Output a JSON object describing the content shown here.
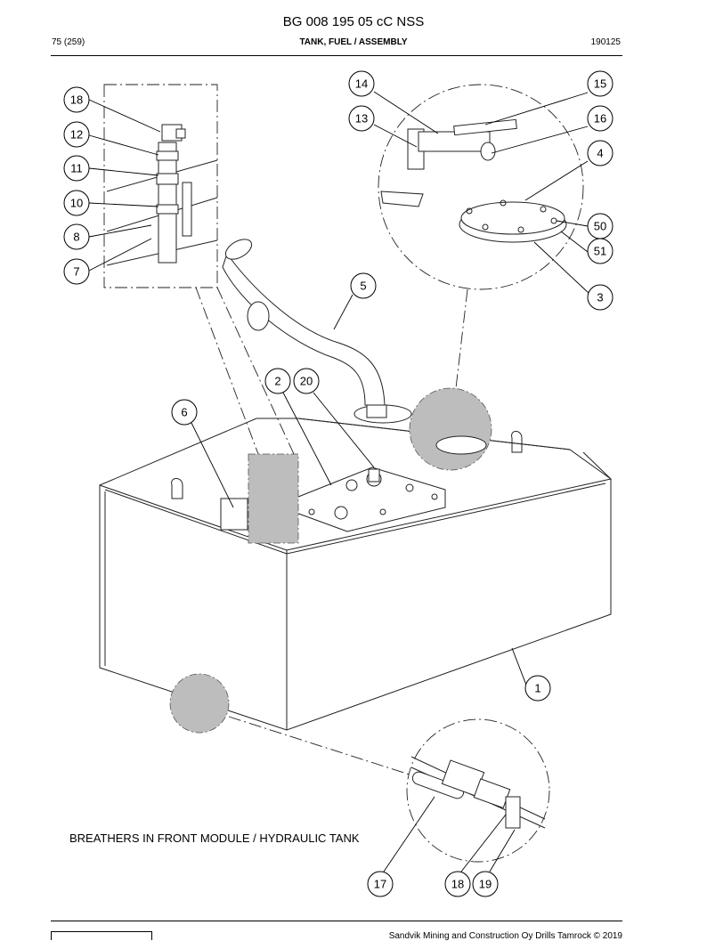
{
  "header": {
    "doc_title": "BG 008 195 05 cC NSS",
    "page": "75 (259)",
    "section": "TANK, FUEL / ASSEMBLY",
    "date": "190125"
  },
  "caption": "BREATHERS IN FRONT MODULE / HYDRAULIC TANK",
  "footer": {
    "copyright": "Sandvik Mining and Construction Oy Drills Tamrock © 2019"
  },
  "callouts": [
    "18",
    "12",
    "11",
    "10",
    "8",
    "7",
    "14",
    "13",
    "15",
    "16",
    "4",
    "50",
    "51",
    "3",
    "5",
    "2",
    "20",
    "6",
    "1",
    "17",
    "18",
    "19"
  ]
}
